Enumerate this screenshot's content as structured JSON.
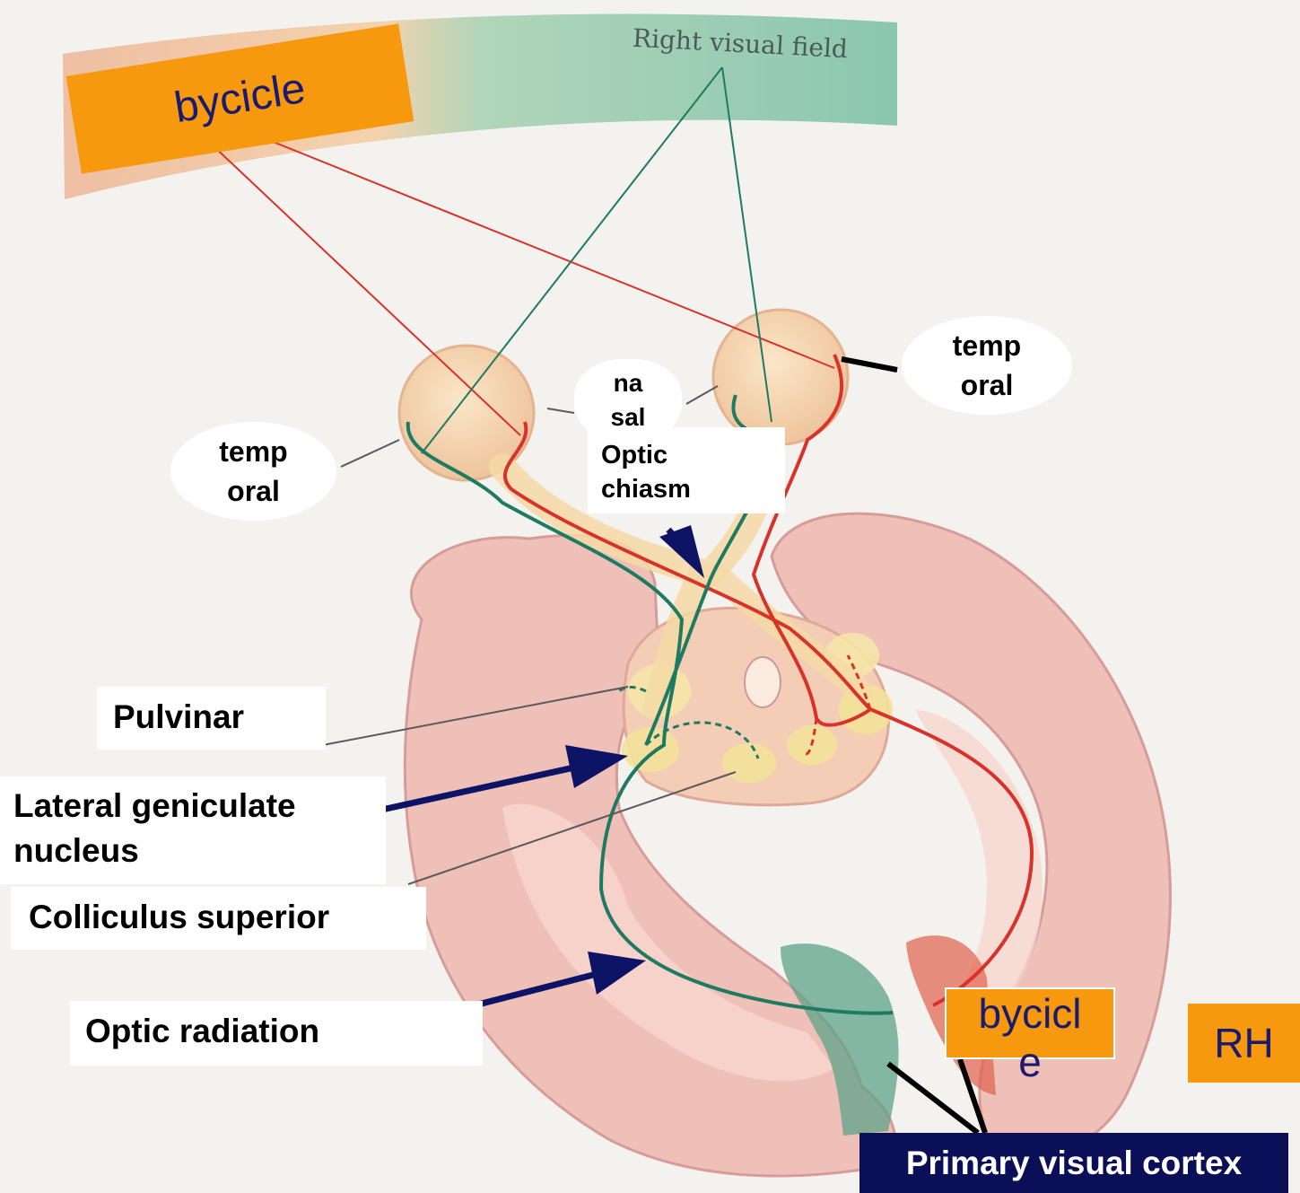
{
  "visual_field": {
    "label": "Right visual field",
    "object_label": "bycicle"
  },
  "eyes": {
    "left_temporal": "temp\noral",
    "right_temporal": "temp\noral",
    "nasal": "na\nsal"
  },
  "labels": {
    "optic_chiasm": "Optic\nchiasm",
    "pulvinar": "Pulvinar",
    "lateral_geniculate": "Lateral geniculate\nnucleus",
    "colliculus": "Colliculus superior",
    "optic_radiation": "Optic radiation",
    "cortex_object": "bycicl\ne",
    "hemisphere": "RH",
    "primary_visual_cortex": "Primary visual cortex"
  },
  "colors": {
    "left_field_path": "#d8332a",
    "right_field_path": "#1f7a62",
    "arrow": "#0d1466",
    "label_orange": "#f7990f",
    "cortex_label_bg": "#0b0f58",
    "brain_tissue": "#f0c3bc"
  }
}
